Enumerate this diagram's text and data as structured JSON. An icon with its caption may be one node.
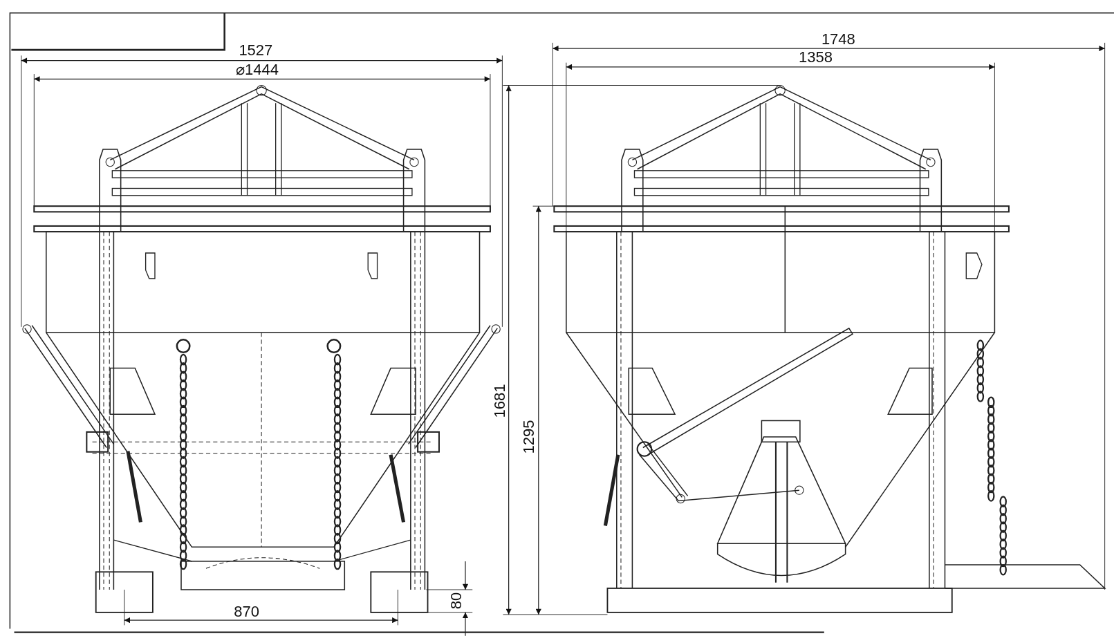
{
  "diagram": {
    "labels": [
      "1748",
      "1527",
      "1358",
      "⌀1444",
      "1681",
      "1295",
      "870",
      "80"
    ]
  }
}
